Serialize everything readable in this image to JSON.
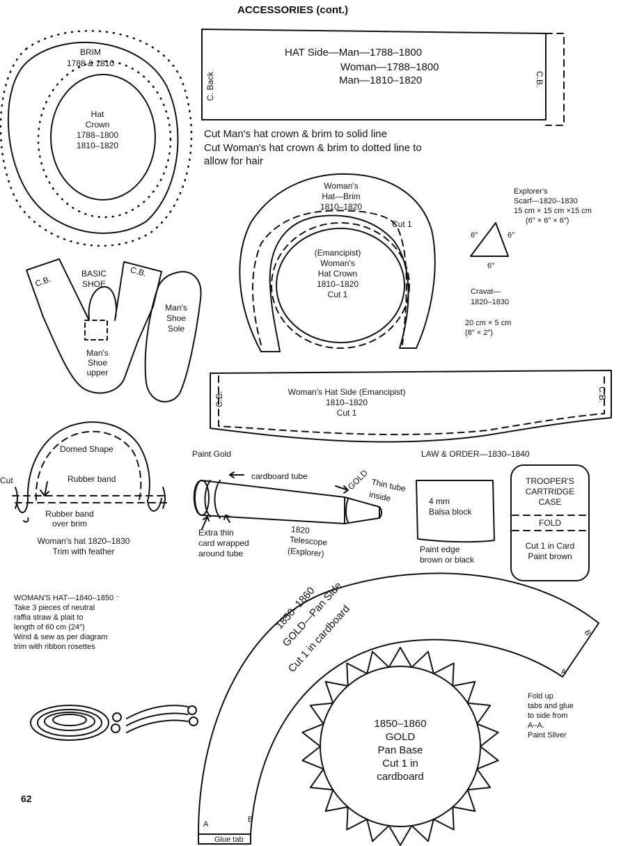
{
  "page": {
    "heading": "ACCESSORIES (cont.)",
    "page_number": "62"
  },
  "brim": {
    "label": "BRIM",
    "years": "1788 & 1810",
    "crown": [
      "Hat",
      "Crown",
      "1788–1800",
      "1810–1820"
    ]
  },
  "hat_side": {
    "back_label": "C. Back",
    "cb_label": "C.B.",
    "lines": [
      "HAT Side—Man—1788–1800",
      "Woman—1788–1800",
      "Man—1810–1820"
    ]
  },
  "cut_note": [
    "Cut Man's hat crown & brim to solid line",
    "Cut Woman's hat crown & brim to dotted line to",
    "allow for hair"
  ],
  "womans_brim": {
    "label": [
      "Woman's",
      "Hat—Brim",
      "1810–1820"
    ],
    "cut": "Cut 1",
    "crown": [
      "(Emancipist)",
      "Woman's",
      "Hat Crown",
      "1810–1820",
      "Cut 1"
    ]
  },
  "scarf": {
    "lines": [
      "Explorer's",
      "Scarf—1820–1830",
      "15 cm × 15 cm ×15 cm",
      "(6″ × 6″ × 6″)"
    ],
    "side_left": "6″",
    "side_right": "6″",
    "side_bottom": "6″"
  },
  "cravat": {
    "lines": [
      "Cravat—",
      "1820–1830"
    ],
    "size": [
      "20 cm × 5 cm",
      "(8″ × 2″)"
    ]
  },
  "shoe": {
    "title": [
      "BASIC",
      "SHOE"
    ],
    "cb_left": "C.B.",
    "cb_right": "C.B.",
    "upper": [
      "Man's",
      "Shoe",
      "upper"
    ],
    "sole": [
      "Man's",
      "Shoe",
      "Sole"
    ]
  },
  "womans_hat_side": {
    "cb_left": "C.B.",
    "cb_right": "C.B.",
    "lines": [
      "Woman's Hat Side (Emancipist)",
      "1810–1820",
      "Cut 1"
    ]
  },
  "domed_hat": {
    "domed": "Domed Shape",
    "rubber": "Rubber band",
    "rubber_over": [
      "Rubber band",
      "over brim"
    ],
    "cut": "Cut",
    "caption": [
      "Woman's hat 1820–1830",
      "Trim with feather"
    ]
  },
  "telescope": {
    "paint": "Paint Gold",
    "tube": "cardboard tube",
    "gold": "GOLD",
    "thin_tube": [
      "Thin tube",
      "inside"
    ],
    "extra": [
      "Extra thin",
      "card wrapped",
      "around tube"
    ],
    "caption": [
      "1820",
      "Telescope",
      "(Explorer)"
    ]
  },
  "law_order": {
    "title": "LAW & ORDER—1830–1840",
    "block": [
      "4 mm",
      "Balsa block"
    ],
    "paint_edge": [
      "Paint edge",
      "brown or black"
    ],
    "case_title": [
      "TROOPER'S",
      "CARTRIDGE",
      "CASE"
    ],
    "fold": "FOLD",
    "case_cut": [
      "Cut 1 in Card",
      "Paint brown"
    ]
  },
  "womans_hat_1840": {
    "lines": [
      "WOMAN'S HAT—1840–1850 ⁻",
      "Take 3 pieces of neutral",
      "raffia straw & plait to",
      "length of 60 cm (24″)",
      "Wind & sew as per diagram",
      "trim with ribbon rosettes"
    ]
  },
  "gold_pan": {
    "side": [
      "1850–1860",
      "GOLD—Pan Side",
      "Cut 1 in cardboard"
    ],
    "base": [
      "1850–1860",
      "GOLD",
      "Pan Base",
      "Cut 1 in",
      "cardboard"
    ],
    "fold_note": [
      "Fold up",
      "tabs and glue",
      "to side from",
      "A–A.",
      "Paint Silver"
    ],
    "glue_tab": "Glue tab",
    "letter_a1": "A",
    "letter_b1": "B",
    "letter_a2": "A",
    "letter_b2": "B"
  }
}
